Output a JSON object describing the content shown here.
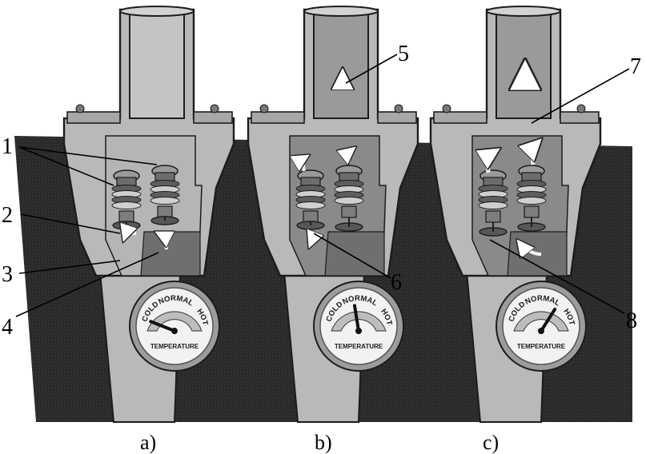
{
  "panels": [
    {
      "caption": "a)",
      "gauge": {
        "cold": "COLD",
        "normal": "NORMAL",
        "hot": "HOT",
        "label": "TEMPERATURE",
        "level": 0.12
      }
    },
    {
      "caption": "b)",
      "gauge": {
        "cold": "COLD",
        "normal": "NORMAL",
        "hot": "HOT",
        "label": "TEMPERATURE",
        "level": 0.45
      }
    },
    {
      "caption": "c)",
      "gauge": {
        "cold": "COLD",
        "normal": "NORMAL",
        "hot": "HOT",
        "label": "TEMPERATURE",
        "level": 0.68
      }
    }
  ],
  "callouts": [
    "1",
    "2",
    "3",
    "4",
    "5",
    "6",
    "7",
    "8"
  ],
  "colors": {
    "engine": "#262626",
    "housing": "#b9b9b9",
    "housing_dark": "#8e8e8e",
    "coolant": "#8a8a8a",
    "outline": "#1c1c1c",
    "gauge_face": "#f2f2f2"
  }
}
